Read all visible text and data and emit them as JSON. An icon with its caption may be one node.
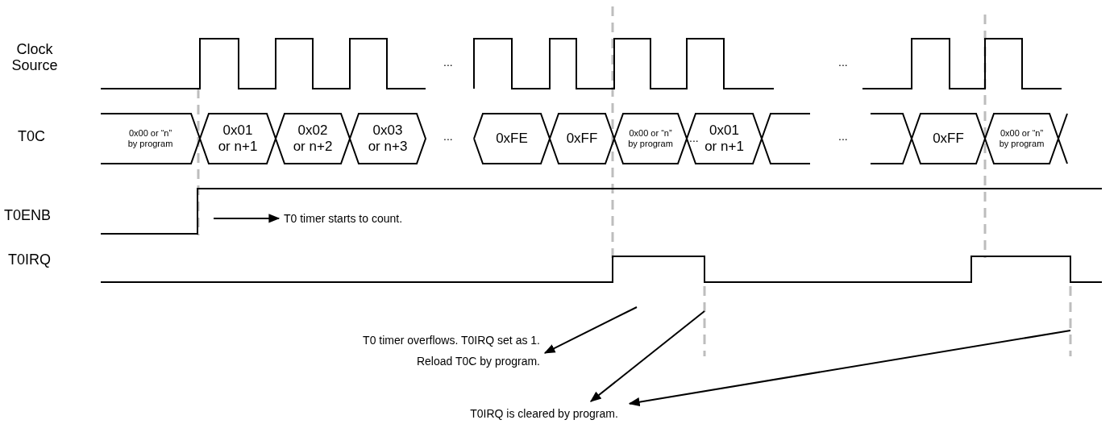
{
  "diagram": {
    "nodes": [
      {
        "text": [
          "0x00 or “n” by program"
        ]
      },
      {
        "text": [
          "0x01 or n+1"
        ]
      },
      {
        "text": [
          "0x02 or n+2"
        ]
      },
      {
        "text": [
          "0x03 or n+3"
        ]
      },
      {
        "text": [
          "0xFE"
        ]
      },
      {
        "text": [
          "0xFF"
        ]
      },
      {
        "text": [
          "0x00 or “n” by program"
        ]
      },
      {
        "text": [
          "0x01 or n+1"
        ]
      },
      {
        "text": [
          "0xFF"
        ]
      },
      {
        "text": [
          "0x00 or “n” by program"
        ]
      },
      {
        "text": [
          "T0 timer starts to count."
        ]
      },
      {
        "text": [
          "T0 timer overflows. T0IRQ set as 1. Reload T0C by program."
        ]
      },
      {
        "text": [
          "T0IRQ is cleared by program."
        ]
      }
    ],
    "edges": [
      {
        "from": null,
        "to": 10,
        "arrow": "to"
      },
      {
        "from": null,
        "to": 11,
        "arrow": "to"
      },
      {
        "from": null,
        "to": 12,
        "arrow": "to"
      },
      {
        "from": null,
        "to": 12,
        "arrow": "to"
      }
    ],
    "labels": [
      "Clock Source",
      "...",
      "...",
      "T0C",
      "...",
      "...",
      "...",
      "T0ENB",
      "T0IRQ"
    ]
  }
}
